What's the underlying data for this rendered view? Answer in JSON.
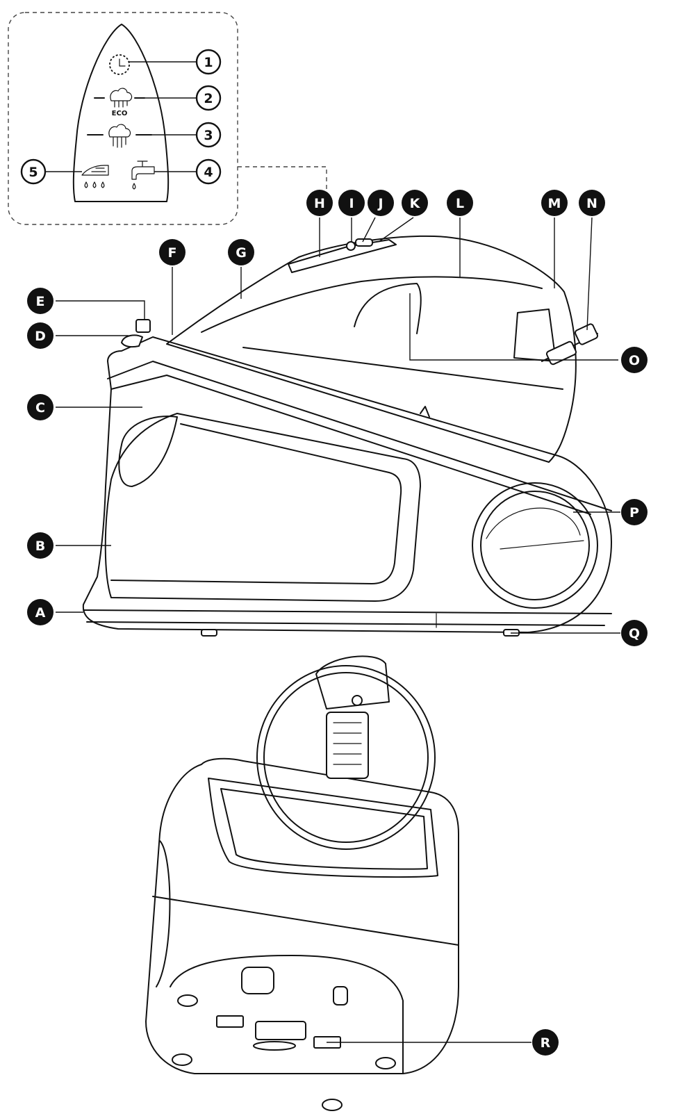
{
  "part_labels": [
    "A",
    "B",
    "C",
    "D",
    "E",
    "F",
    "G",
    "H",
    "I",
    "J",
    "K",
    "L",
    "M",
    "N",
    "O",
    "P",
    "Q",
    "R"
  ],
  "panel_labels": [
    "1",
    "2",
    "3",
    "4",
    "5"
  ],
  "eco_label": "ECO",
  "icons": {
    "1": "timer-icon",
    "2": "eco-steam-icon",
    "3": "steam-icon",
    "4": "water-tap-icon",
    "5": "iron-descale-icon"
  },
  "colors": {
    "badge": "#111111",
    "line": "#111111",
    "background": "#ffffff"
  }
}
